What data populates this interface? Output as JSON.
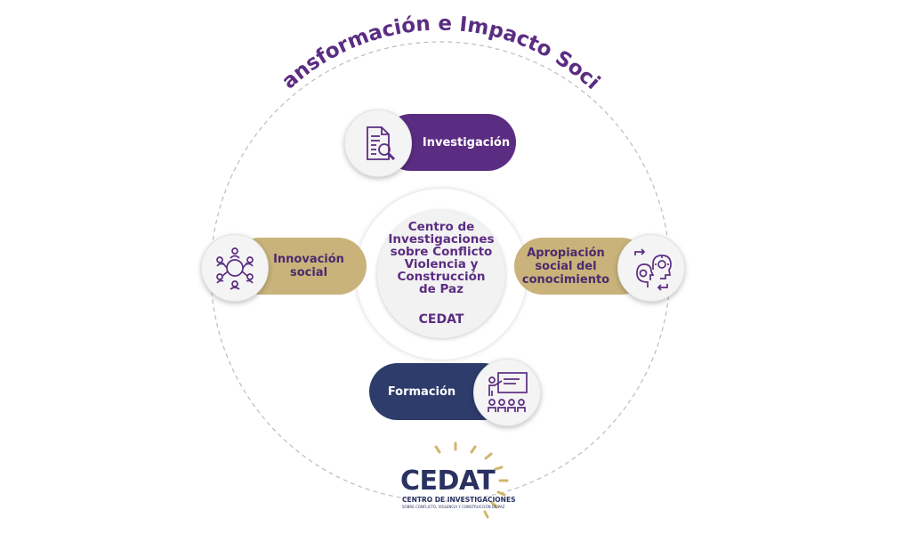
{
  "title": "Transformación e Impacto Social",
  "center": {
    "name": "Centro de\nInvestigaciones\nsobre Conflicto\nViolencia y\nConstrucción\nde Paz",
    "acronym": "CEDAT"
  },
  "nodes": {
    "top": {
      "label": "Investigación",
      "icon": "document-search-icon",
      "color": "#5b2d82"
    },
    "left": {
      "label": "Innovación\nsocial",
      "icon": "network-people-icon",
      "color": "#c9b37a"
    },
    "right": {
      "label": "Apropiación\nsocial del\nconocimiento",
      "icon": "heads-idea-icon",
      "color": "#c9b37a"
    },
    "bottom": {
      "label": "Formación",
      "icon": "presentation-audience-icon",
      "color": "#2d3c6b"
    }
  },
  "logo": {
    "name": "CEDAT",
    "line1": "CENTRO DE INVESTIGACIONES",
    "line2": "SOBRE CONFLICTO, VIOLENCIA Y CONSTRUCCIÓN DE PAZ"
  },
  "colors": {
    "purple": "#5b2d82",
    "gold": "#c9b37a",
    "navy": "#2d3c6b",
    "dashed_ring": "#bdbdbd"
  }
}
